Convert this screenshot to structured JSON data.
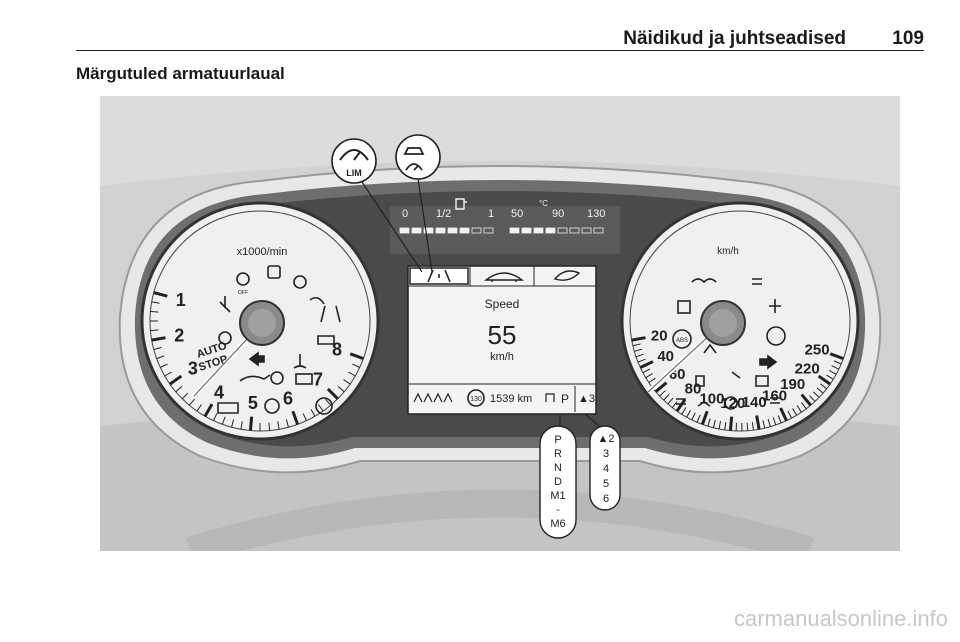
{
  "header": {
    "title": "Näidikud ja juhtseadised",
    "page_number": "109"
  },
  "section": {
    "title": "Märgutuled armatuurlaual"
  },
  "figure": {
    "tachometer": {
      "unit": "x1000/min",
      "scale": [
        "1",
        "2",
        "3",
        "4",
        "5",
        "6",
        "7",
        "8"
      ]
    },
    "speedometer": {
      "unit": "km/h",
      "scale": [
        "20",
        "40",
        "60",
        "80",
        "100",
        "120",
        "140",
        "160",
        "190",
        "220",
        "250"
      ]
    },
    "top_bar": {
      "fuel_labels": [
        "0",
        "1/2",
        "1"
      ],
      "temp_labels": [
        "50",
        "90",
        "130"
      ],
      "temp_unit": "°C"
    },
    "callout_left": {
      "icon": "speed-limiter-icon",
      "label": "LIM"
    },
    "callout_right": {
      "icon": "adaptive-cruise-icon"
    },
    "display": {
      "label": "Speed",
      "value": "55",
      "unit": "km/h",
      "speed_sign": "130",
      "distance": "1539 km",
      "gear": "P",
      "gear_hint": "▲3"
    },
    "gear_callout": {
      "items": [
        "P",
        "R",
        "N",
        "D",
        "M1",
        "-",
        "M6"
      ]
    },
    "gear_hint_callout": {
      "items": [
        "▲2",
        "3",
        "4",
        "5",
        "6"
      ]
    },
    "tach_labels": {
      "auto_stop_1": "AUTO",
      "auto_stop_2": "STOP",
      "off_label": "OFF",
      "abs_label": "ABS"
    }
  },
  "footer": {
    "watermark": "carmanualsonline.info"
  }
}
